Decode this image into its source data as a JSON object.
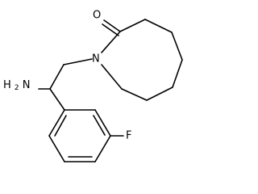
{
  "structure": {
    "atoms": {
      "oxygen": "O",
      "nitrogen": "N",
      "amine_h": "H",
      "amine_sub": "2",
      "amine_n": "N",
      "fluorine": "F"
    }
  }
}
